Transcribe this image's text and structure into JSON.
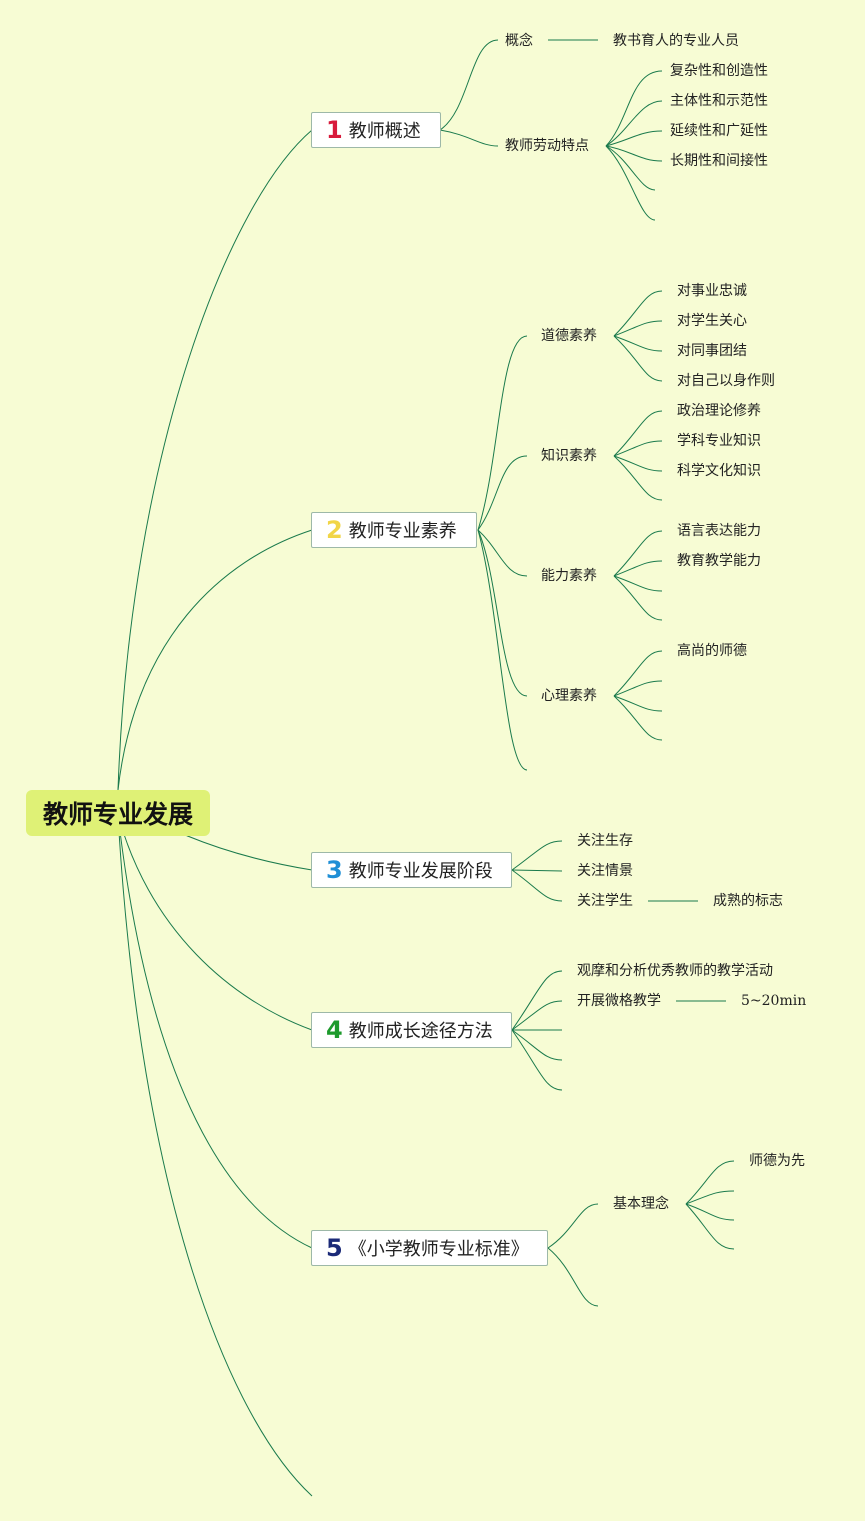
{
  "root": "教师专业发展",
  "colors": {
    "background": "#f7fcd4",
    "root_fill": "#dff176",
    "line": "#1a7a4c",
    "num1": "#d81b3c",
    "num2": "#f1d548",
    "num3": "#1f8fd6",
    "num4": "#1d9a2c",
    "num5": "#1b2a78"
  },
  "topics": [
    {
      "number": "1",
      "title": "教师概述",
      "children": [
        {
          "label": "概念",
          "note": "教书育人的专业人员"
        },
        {
          "label": "教师劳动特点",
          "items": [
            "复杂性和创造性",
            "主体性和示范性",
            "延续性和广延性",
            "长期性和间接性"
          ]
        }
      ]
    },
    {
      "number": "2",
      "title": "教师专业素养",
      "children": [
        {
          "label": "道德素养",
          "items": [
            "对事业忠诚",
            "对学生关心",
            "对同事团结",
            "对自己以身作则"
          ]
        },
        {
          "label": "知识素养",
          "items": [
            "政治理论修养",
            "学科专业知识",
            "科学文化知识"
          ]
        },
        {
          "label": "能力素养",
          "items": [
            "语言表达能力",
            "教育教学能力"
          ]
        },
        {
          "label": "心理素养",
          "items": [
            "高尚的师德"
          ]
        }
      ]
    },
    {
      "number": "3",
      "title": "教师专业发展阶段",
      "children": [
        {
          "label": "关注生存"
        },
        {
          "label": "关注情景"
        },
        {
          "label": "关注学生",
          "note": "成熟的标志"
        }
      ]
    },
    {
      "number": "4",
      "title": "教师成长途径方法",
      "children": [
        {
          "label": "观摩和分析优秀教师的教学活动"
        },
        {
          "label": "开展微格教学",
          "note": "5~20min"
        }
      ]
    },
    {
      "number": "5",
      "title": "《小学教师专业标准》",
      "children": [
        {
          "label": "基本理念",
          "items": [
            "师德为先"
          ]
        }
      ]
    }
  ]
}
